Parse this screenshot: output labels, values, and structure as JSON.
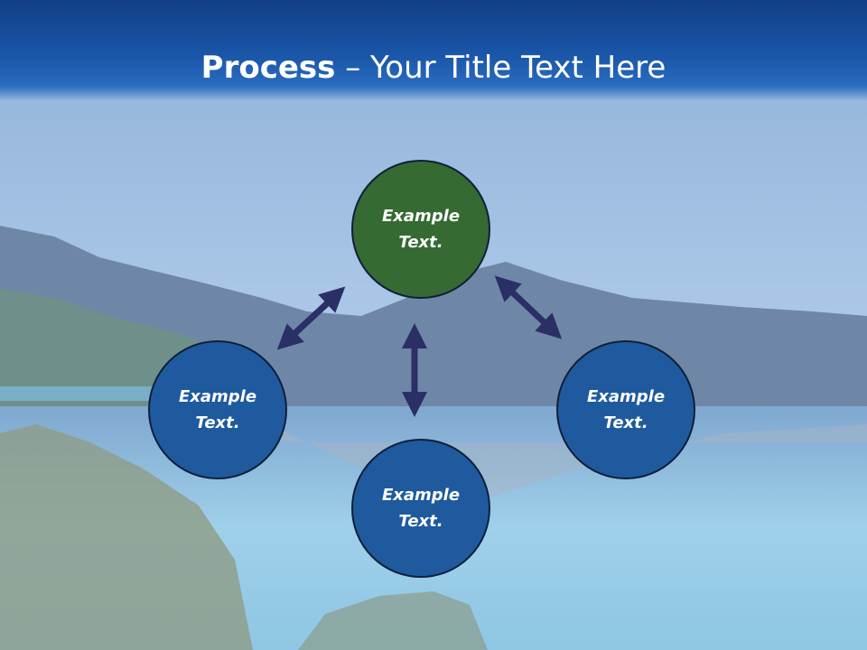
{
  "title": {
    "bold": "Process",
    "dash": " – ",
    "rest": "Your Title Text Here"
  },
  "colors": {
    "header": "#1a56a8",
    "node_top": "#356a32",
    "node_other": "#1f5a9e",
    "arrow": "#2a2f66"
  },
  "nodes": [
    {
      "id": "top",
      "line1": "Example",
      "line2": "Text."
    },
    {
      "id": "left",
      "line1": "Example",
      "line2": "Text."
    },
    {
      "id": "bottom",
      "line1": "Example",
      "line2": "Text."
    },
    {
      "id": "right",
      "line1": "Example",
      "line2": "Text."
    }
  ]
}
